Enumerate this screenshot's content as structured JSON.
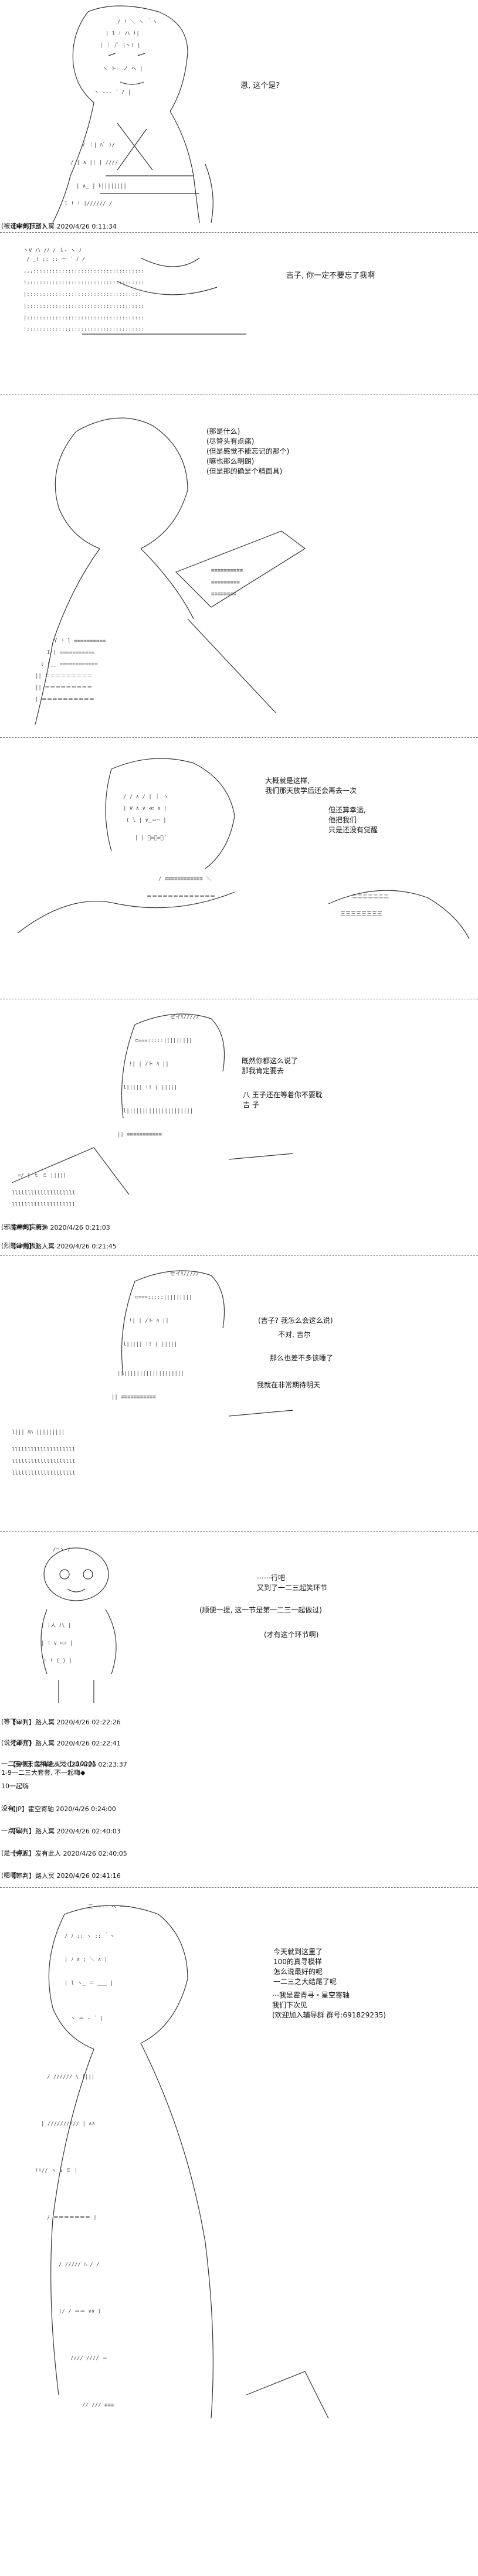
{
  "panels": [
    {
      "id": "p1",
      "bubbles": [
        {
          "text": "恩, 这个是?"
        }
      ],
      "post": {
        "sender": "【审判】",
        "name": "路人冥",
        "time": "2020/4/26 0:11:34",
        "message": "(被选中的孩子)"
      }
    },
    {
      "id": "p2",
      "bubbles": [
        {
          "text": "吉子, 你一定不要忘了我啊"
        }
      ]
    },
    {
      "id": "p3",
      "bubbles": [
        {
          "text": "(那是什么)\n(尽管头有点痛)\n(但是感觉不能忘记的那个)\n(嘛也那么明朗)\n(但是那的确是个精面具)"
        }
      ]
    },
    {
      "id": "p4",
      "bubbles": [
        {
          "text": "大概就是这样,\n我们那天放学后还会再去一次"
        },
        {
          "text": "但还算幸运,\n他把我们\n只是还没有觉醒"
        }
      ]
    },
    {
      "id": "p5",
      "bubbles": [
        {
          "text": "既然你都这么说了\n那我肯定要去"
        },
        {
          "text": "八 王子还在等着你不要耽\n吉 子"
        }
      ],
      "posts": [
        {
          "sender": "【审判】",
          "name": "黑渔",
          "time": "2020/4/26 0:21:03",
          "message": "(邪魔神的实行)"
        },
        {
          "sender": "【审判】",
          "name": "路人冥",
          "time": "2020/4/26 0:21:45",
          "message": "(烈熊冲面板)"
        }
      ]
    },
    {
      "id": "p6",
      "bubbles": [
        {
          "text": "(吉子? 我怎么会这么说)"
        },
        {
          "text": "不对, 吉尔"
        },
        {
          "text": "那么也差不多该睡了"
        },
        {
          "text": "我就在非常期待明天"
        }
      ]
    },
    {
      "id": "p7",
      "bubbles": [
        {
          "text": "⋯⋯行吧\n又到了一二三起笑环节"
        },
        {
          "text": "(顺便一提, 这一节是第一二三一起做过)"
        },
        {
          "text": "(才有这个环节啊)"
        }
      ],
      "chat": [
        {
          "sender": "【审判】",
          "name": "路人冥",
          "time": "2020/4/26 02:22:26",
          "message": "(等下⋯)"
        },
        {
          "sender": "【审判】",
          "name": "路人冥",
          "time": "2020/4/26 02:22:41",
          "message": "(说死不了)"
        },
        {
          "sender": "【旁观】",
          "name": "发有此人",
          "time": "2020/4/26 02:23:37",
          "message": "一二三今天会和路人冥【k1010】\n1-9一二三大套套, 不一起嗨◆"
        },
        {
          "sender": "",
          "name": "",
          "time": "",
          "message": "10一起嗨"
        },
        {
          "sender": "【JP】",
          "name": "霍空寄轴",
          "time": "2020/4/26 0:24:00",
          "message": "没有"
        },
        {
          "sender": "【审判】",
          "name": "路人冥",
          "time": "2020/4/26 02:40:03",
          "message": "一点呀)"
        },
        {
          "sender": "【旁观】",
          "name": "发有此人",
          "time": "2020/4/26 02:40:05",
          "message": "(是一点)"
        },
        {
          "sender": "【审判】",
          "name": "路人冥",
          "time": "2020/4/26 02:41:16",
          "message": "(嗯啊)"
        }
      ]
    },
    {
      "id": "p8",
      "bubbles": [
        {
          "text": "今天就到这里了\n100的真寻模样\n怎么说最好的呢\n一二三之大结尾了呢"
        },
        {
          "text": "⋯我是霍青寻・星空寄轴\n我们下次见\n(欢迎加入辅导群 群号:691829235)"
        }
      ]
    }
  ]
}
